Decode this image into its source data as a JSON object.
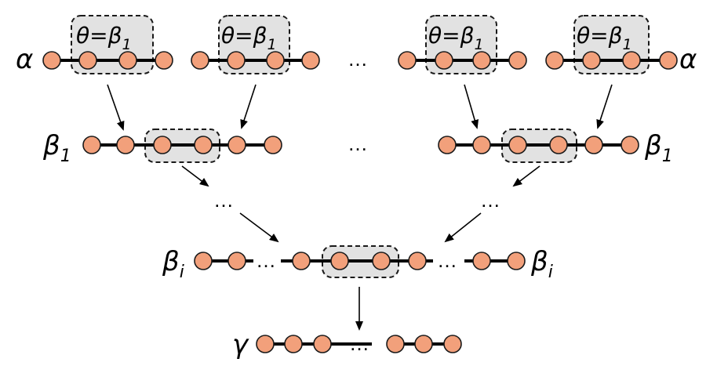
{
  "labels": {
    "alpha": "α",
    "beta1": "β",
    "beta1_sub": "1",
    "betai": "β",
    "betai_sub": "i",
    "gamma": "γ",
    "theta": "θ=β",
    "theta_sub": "1",
    "ellipsis": "…"
  },
  "colors": {
    "node_fill": "#f2a07b",
    "node_stroke": "#1a1a1a",
    "box_fill": "#e2e2e2",
    "box_stroke": "#1a1a1a",
    "wire": "#000000"
  }
}
